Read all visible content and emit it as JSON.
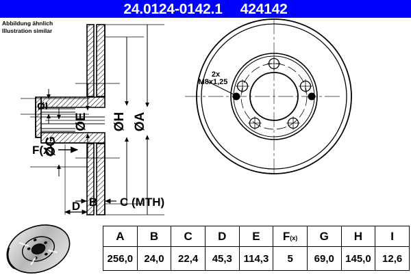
{
  "header": {
    "part_number": "24.0124-0142.1",
    "article_number": "424142",
    "background_color": "#0000ff",
    "text_color": "#ffffff"
  },
  "note": {
    "line_de": "Abbildung ähnlich",
    "line_en": "Illustration similar"
  },
  "drawing": {
    "section_view": {
      "name": "brake-disc-cross-section",
      "dimension_labels": [
        {
          "id": "I",
          "label": "ØI",
          "orientation": "vertical-left"
        },
        {
          "id": "G",
          "label": "ØG",
          "orientation": "vertical-left"
        },
        {
          "id": "E",
          "label": "ØE",
          "orientation": "vertical"
        },
        {
          "id": "H",
          "label": "ØH",
          "orientation": "vertical"
        },
        {
          "id": "A",
          "label": "ØA",
          "orientation": "vertical"
        },
        {
          "id": "Fx",
          "label": "F(x)",
          "orientation": "horizontal-arrow"
        },
        {
          "id": "B",
          "label": "B",
          "orientation": "horizontal"
        },
        {
          "id": "C",
          "label": "C (MTH)",
          "orientation": "horizontal"
        },
        {
          "id": "D",
          "label": "D",
          "orientation": "horizontal"
        }
      ]
    },
    "front_view": {
      "name": "brake-disc-front-view",
      "callout": {
        "count": "2x",
        "thread": "M8x1,25"
      },
      "bolt_holes": 5,
      "threaded_holes": 2
    }
  },
  "spec_table": {
    "headers": [
      "A",
      "B",
      "C",
      "D",
      "E",
      "F(x)",
      "G",
      "H",
      "I"
    ],
    "fx_header": {
      "main": "F",
      "sub": "(x)"
    },
    "values": [
      "256,0",
      "24,0",
      "22,4",
      "45,3",
      "114,3",
      "5",
      "69,0",
      "145,0",
      "12,6"
    ]
  },
  "product_icon": {
    "name": "brake-disc-3d-illustration"
  }
}
